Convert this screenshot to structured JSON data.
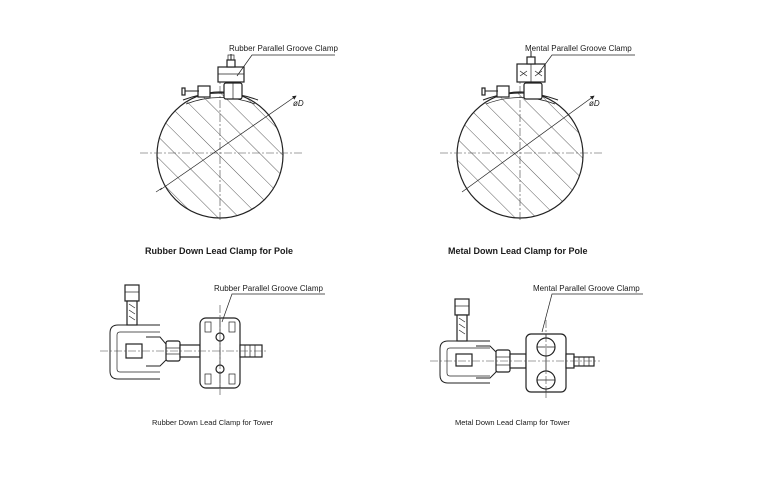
{
  "labels": {
    "top_left_callout": "Rubber Parallel Groove Clamp",
    "top_left_dim": "øD",
    "top_left_caption": "Rubber Down Lead Clamp for Pole",
    "top_right_callout": "Mental Parallel Groove Clamp",
    "top_right_dim": "øD",
    "top_right_caption": "Metal Down Lead Clamp for Pole",
    "bottom_left_callout": "Rubber Parallel Groove Clamp",
    "bottom_left_caption": "Rubber Down Lead Clamp for Tower",
    "bottom_right_callout": "Mental Parallel Groove Clamp",
    "bottom_right_caption": "Metal Down Lead Clamp for Tower"
  }
}
